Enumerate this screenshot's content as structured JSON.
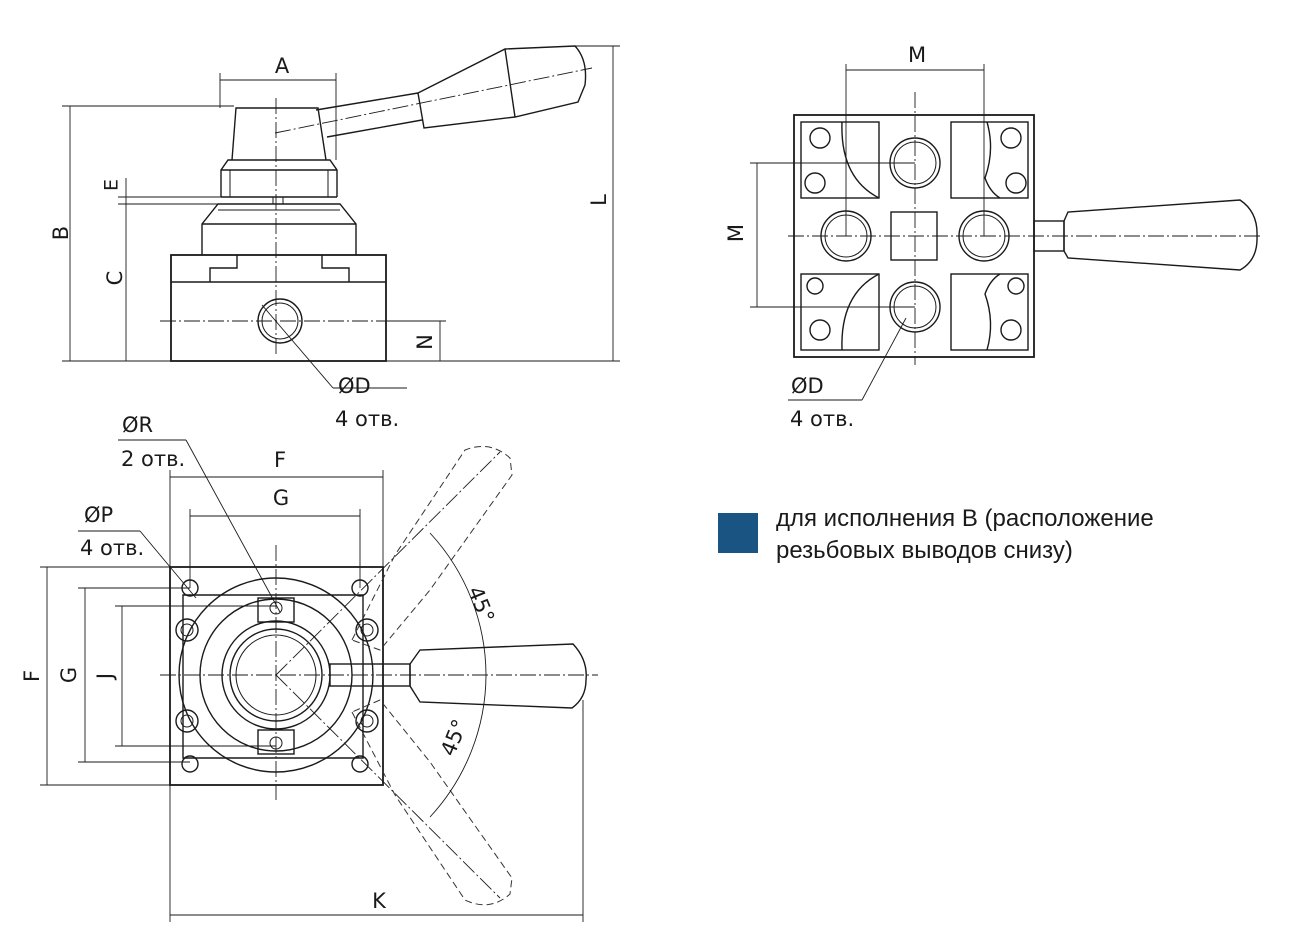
{
  "labels": {
    "A": "A",
    "B": "B",
    "C": "C",
    "E": "E",
    "L": "L",
    "N": "N",
    "M_top": "M",
    "M_side": "M",
    "F_top": "F",
    "F_side": "F",
    "G_top": "G",
    "G_side": "G",
    "J": "J",
    "K": "K",
    "angle_top": "45°",
    "angle_bottom": "45°"
  },
  "callouts": {
    "front_hole": {
      "symbol": "ØD",
      "count": "4 отв."
    },
    "bottom_hole": {
      "symbol": "ØD",
      "count": "4 отв."
    },
    "r_hole": {
      "symbol": "ØR",
      "count": "2 отв."
    },
    "p_hole": {
      "symbol": "ØP",
      "count": "4 отв."
    }
  },
  "legend": {
    "swatch_color": "#1a5482",
    "text": "для исполнения В (расположение резьбовых выводов снизу)"
  }
}
